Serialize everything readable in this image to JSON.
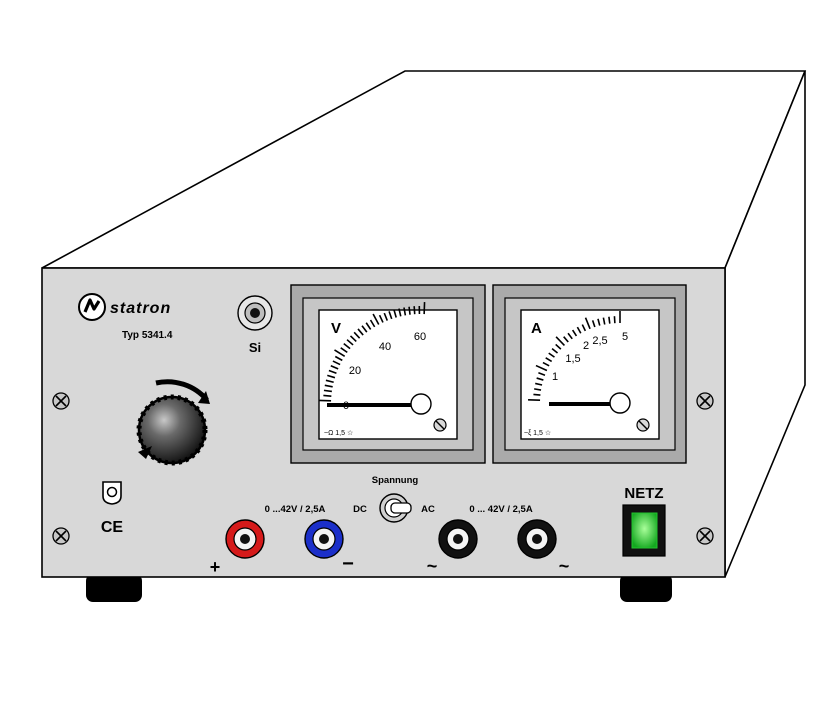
{
  "brand": {
    "name": "statron",
    "model": "Typ 5341.4"
  },
  "fuse": {
    "label": "Si"
  },
  "voltmeter": {
    "unit": "V",
    "scale_max": 60,
    "ticks": [
      {
        "value": 0,
        "label": "0"
      },
      {
        "value": 20,
        "label": "20"
      },
      {
        "value": 40,
        "label": "40"
      },
      {
        "value": 60,
        "label": "60"
      }
    ],
    "reading": 0,
    "footer": "~Ω 1,5 ☆"
  },
  "ammeter": {
    "unit": "A",
    "scale_max": 5,
    "ticks": [
      {
        "value": 1,
        "label": "1"
      },
      {
        "value": 1.5,
        "label": "1,5"
      },
      {
        "value": 2,
        "label": "2"
      },
      {
        "value": 2.5,
        "label": "2,5"
      },
      {
        "value": 5,
        "label": "5"
      }
    ],
    "reading": 0,
    "footer": "~ξ 1,5 ☆"
  },
  "switch": {
    "title": "Spannung",
    "left": "DC",
    "right": "AC"
  },
  "outputs": {
    "dc_rating": "0 ...42V / 2,5A",
    "ac_rating": "0 ... 42V / 2,5A",
    "plus": "+",
    "minus": "−",
    "tilde_left": "~",
    "tilde_right": "~"
  },
  "power": {
    "label": "NETZ",
    "led_color": "#22c32e"
  },
  "colors": {
    "panel": "#d8d8d8",
    "red_socket": "#d51a1a",
    "blue_socket": "#1b2fc9",
    "black_socket": "#111111"
  },
  "marks": {
    "ce": "CE"
  }
}
